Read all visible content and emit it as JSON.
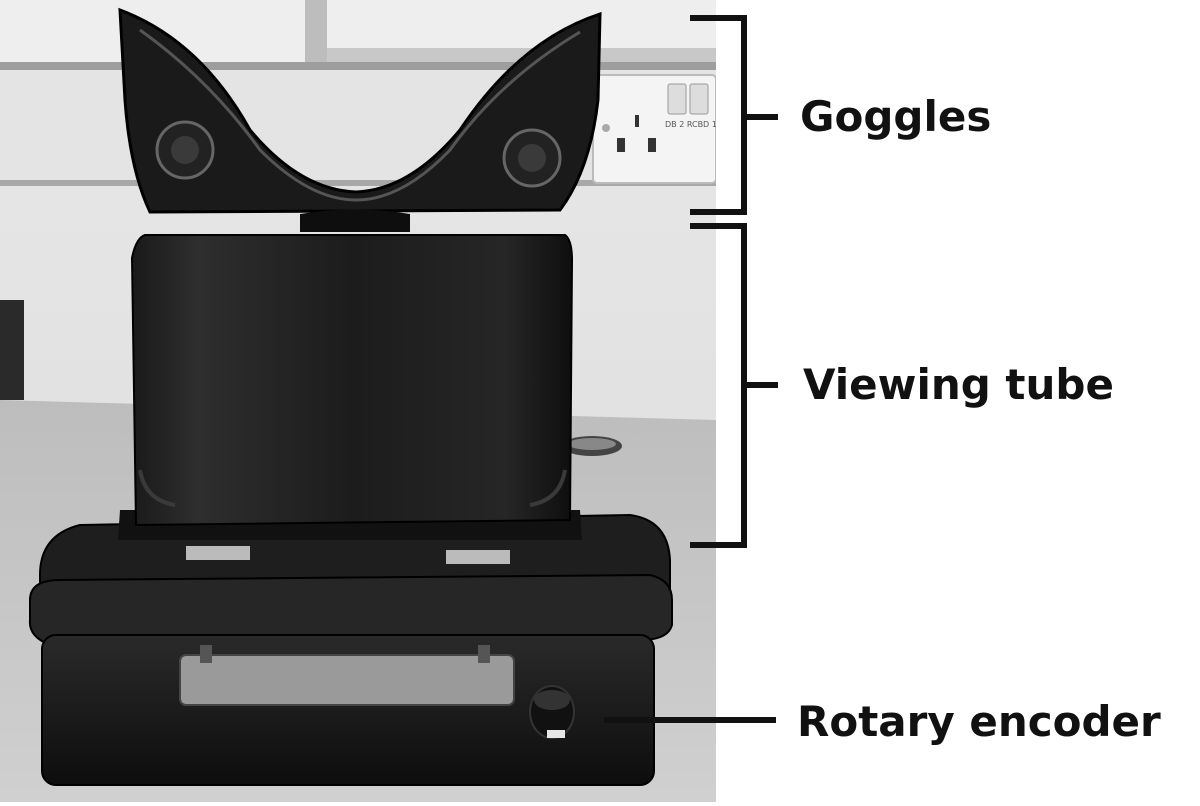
{
  "labels": {
    "goggles": "Goggles",
    "viewing_tube": "Viewing tube",
    "rotary_encoder": "Rotary encoder"
  },
  "photo": {
    "description_icon": "device-photo",
    "socket_text": "DB 2 RCBD 1"
  },
  "colors": {
    "background": "#ffffff",
    "annotation": "#111111"
  }
}
